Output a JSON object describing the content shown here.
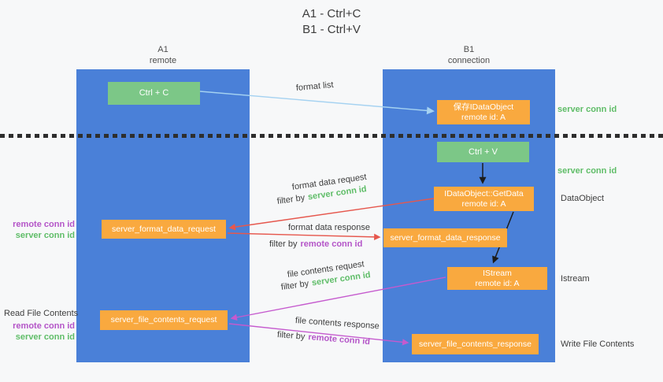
{
  "title": {
    "line1": "A1 - Ctrl+C",
    "line2": "B1 - Ctrl+V"
  },
  "lanes": {
    "a1": {
      "name": "A1",
      "subtitle": "remote"
    },
    "b1": {
      "name": "B1",
      "subtitle": "connection"
    }
  },
  "nodes": {
    "ctrl_c": {
      "label": "Ctrl + C"
    },
    "save_idataobject": {
      "line1": "保存IDataObject",
      "line2": "remote id: A"
    },
    "ctrl_v": {
      "label": "Ctrl + V"
    },
    "getdata": {
      "line1": "IDataObject::GetData",
      "line2": "remote id: A"
    },
    "format_request": {
      "label": "server_format_data_request"
    },
    "format_response": {
      "label": "server_format_data_response"
    },
    "istream": {
      "line1": "IStream",
      "line2": "remote id: A"
    },
    "file_request": {
      "label": "server_file_contents_request"
    },
    "file_response": {
      "label": "server_file_contents_response"
    }
  },
  "edge_labels": {
    "format_list": "format list",
    "format_data_request": "format data request",
    "format_data_response": "format data response",
    "file_contents_request": "file contents request",
    "file_contents_response": "file contents response",
    "filter_by": "filter by",
    "server_conn_id": "server conn id",
    "remote_conn_id": "remote conn id"
  },
  "side_labels": {
    "server_conn_id_top": "server conn id",
    "server_conn_id_mid": "server conn id",
    "dataobject": "DataObject",
    "istream": "Istream",
    "write_file_contents": "Write File Contents",
    "read_file_contents": "Read File Contents",
    "remote_conn_id_left1": "remote conn id",
    "server_conn_id_left1": "server conn id",
    "remote_conn_id_left2": "remote conn id",
    "server_conn_id_left2": "server conn id"
  },
  "colors": {
    "lane_blue": "#4a80d8",
    "node_green": "#7cc787",
    "node_orange": "#f9a93f",
    "arrow_light_blue": "#a5d2f1",
    "arrow_red": "#e6574d",
    "arrow_magenta": "#c55ace",
    "arrow_black": "#1c1c1c",
    "text_green": "#5fbd68",
    "text_purple": "#b455c8",
    "background": "#f7f8f9"
  }
}
